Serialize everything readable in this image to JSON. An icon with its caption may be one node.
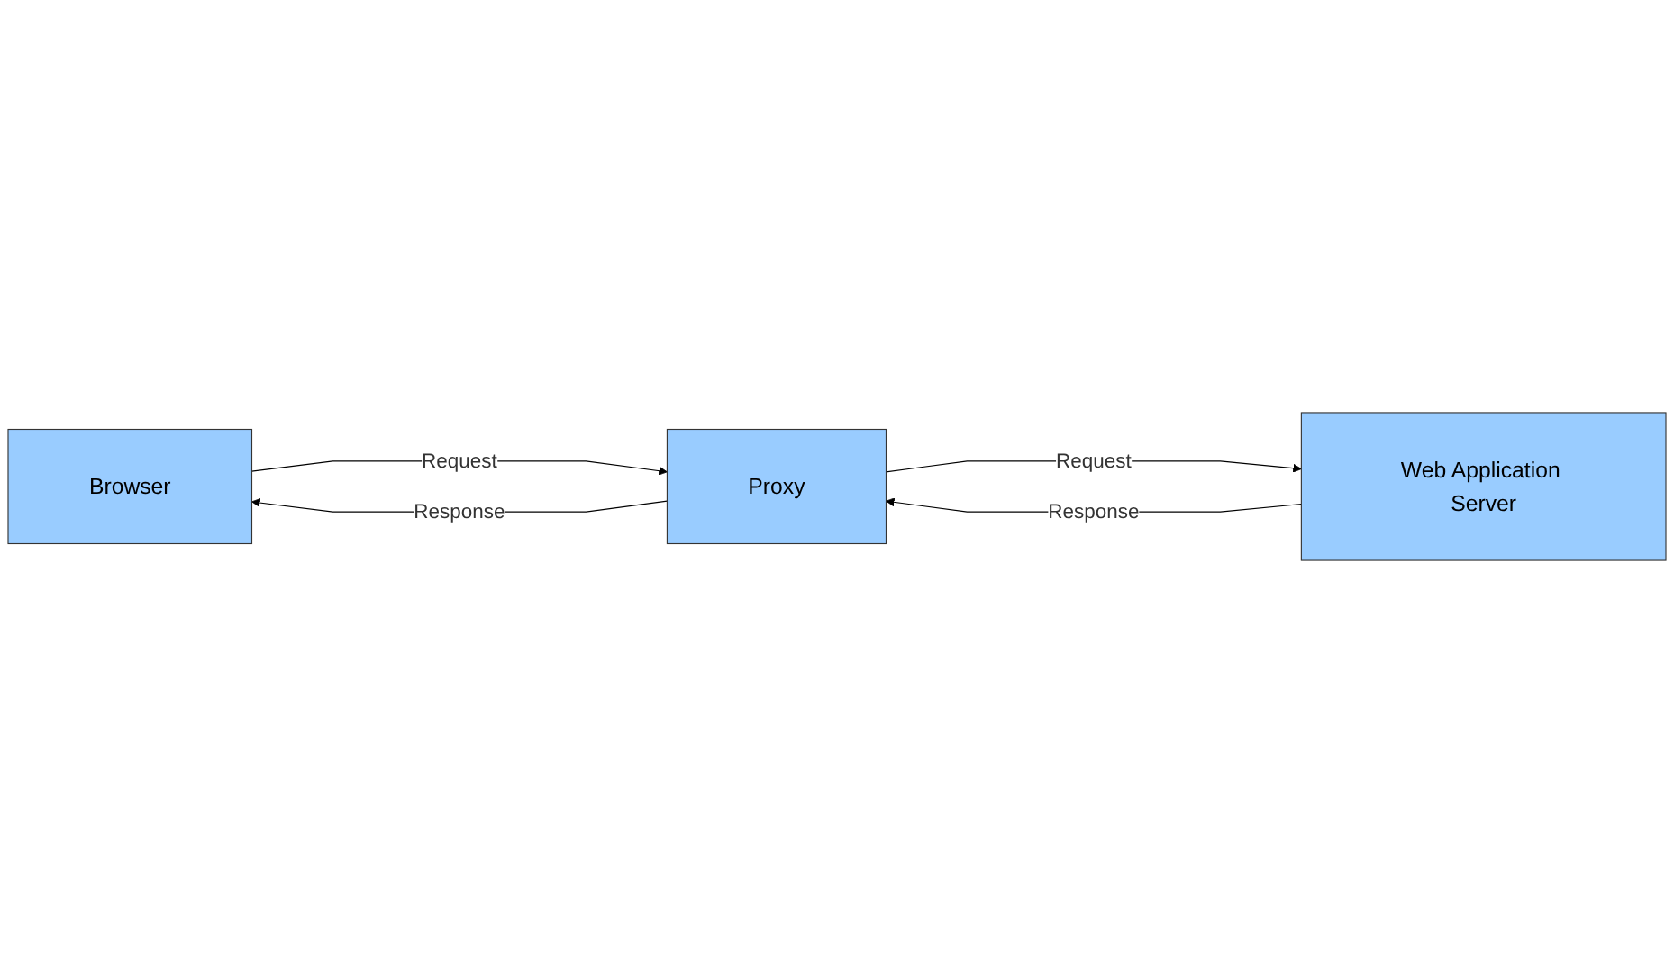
{
  "diagram": {
    "nodes": [
      {
        "text": [
          "Browser"
        ]
      },
      {
        "text": [
          "Proxy"
        ]
      },
      {
        "text": [
          "Web Application Server"
        ]
      }
    ],
    "edges": [
      {
        "from": 0,
        "to": 1,
        "arrow": "to",
        "label": "Request"
      },
      {
        "from": 1,
        "to": 2,
        "arrow": "to",
        "label": "Request"
      },
      {
        "from": 2,
        "to": 1,
        "arrow": "to",
        "label": "Response"
      },
      {
        "from": 1,
        "to": 0,
        "arrow": "to",
        "label": "Response"
      }
    ]
  }
}
